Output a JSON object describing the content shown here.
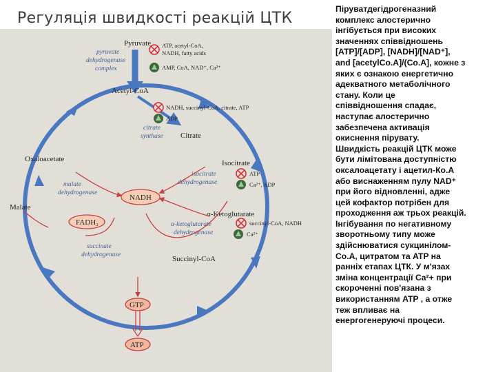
{
  "title": "Регуляція  швидкості  реакцій ЦТК",
  "diagram": {
    "metabolites": {
      "pyruvate": "Pyruvate",
      "acetyl_coa": "Acetyl-CoA",
      "citrate": "Citrate",
      "isocitrate": "Isocitrate",
      "ketoglutarate": "α-Ketoglutarate",
      "succinyl_coa": "Succinyl-CoA",
      "malate": "Malate",
      "oxaloacetate": "Oxaloacetate",
      "nadh": "NADH",
      "fadh2": "FADH₂",
      "gtp": "GTP",
      "atp": "ATP"
    },
    "enzymes": {
      "pdh_1": "pyruvate",
      "pdh_2": "dehydrogenase",
      "pdh_3": "complex",
      "cs_1": "citrate",
      "cs_2": "synthase",
      "idh_1": "isocitrate",
      "idh_2": "dehydrogenase",
      "kgdh_1": "α-ketoglutarate",
      "kgdh_2": "dehydrogenase",
      "sdh_1": "succinate",
      "sdh_2": "dehydrogenase",
      "mdh_1": "malate",
      "mdh_2": "dehydrogenase"
    },
    "effectors": {
      "pdh_inhib_1": "ATP, acetyl-CoA,",
      "pdh_inhib_2": "NADH, fatty acids",
      "pdh_activ": "AMP, CoA, NAD⁺, Ca²⁺",
      "cs_inhib": "NADH, succinyl-CoA, citrate, ATP",
      "cs_activ": "ADP",
      "idh_inhib": "ATP",
      "idh_activ": "Ca²⁺, ADP",
      "kgdh_inhib": "succinyl-CoA, NADH",
      "kgdh_activ": "Ca²⁺"
    },
    "colors": {
      "cycle_arrow": "#4a78c0",
      "inhibitor_red": "#c83030",
      "activator_green": "#3c6a3a",
      "cofactor_fill": "#f0b8a0",
      "nadh_fill": "#f6cdb5"
    }
  },
  "explanation": [
    "Піруватдегідрогеназний",
    "комплекс алостерично",
    "інгібується при високих",
    "значеннях співвідношень",
    "[ATP]/[ADP], [NADH]/[NAD⁺],",
    "and [acetylCo.A]/(Co.A], кожне з",
    "яких є ознакою енергетично",
    "адекватного метаболічного",
    "стану. Коли це",
    "співвідношення спадає,",
    "наступає алостерично",
    "забезпечена активація",
    "окиснення пірувату.",
    "Швидкість реакцій  ЦТК може",
    "бути лімітована доступністю",
    "оксалоацетату і ацетил-Ко.А",
    "або виснаженням пулу  NAD⁺",
    "при його відновленні, адже",
    "цей кофактор потрібен для",
    "проходження аж трьох реакцій.",
    "Інгібування по негативному",
    "зворотньому типу може",
    "здійснюватися сукцинілом-",
    "Co.A, цитратом та ATP на",
    "ранніх етапах ЦТК. У м'язах",
    "зміна концентрації Ca²+ при",
    "скороченні пов'язана з",
    "використанням ATP , а отже",
    "теж впливає на",
    "енергогенеруючі процеси."
  ]
}
